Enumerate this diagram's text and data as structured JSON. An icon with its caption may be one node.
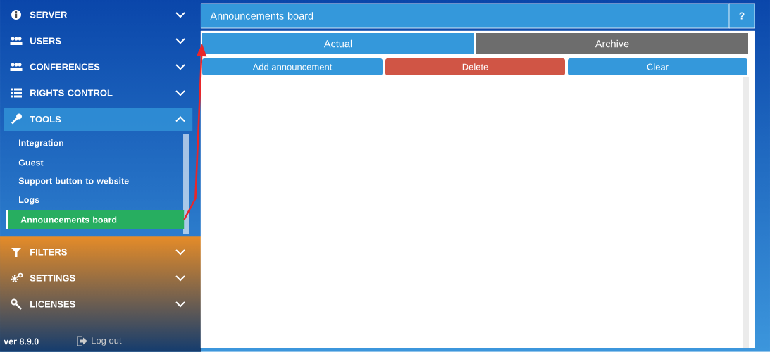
{
  "diagram": {
    "nodes": [
      {
        "text": [
          "SERVER"
        ]
      },
      {
        "text": [
          "USERS"
        ]
      },
      {
        "text": [
          "CONFERENCES"
        ]
      },
      {
        "text": [
          "RIGHTS CONTROL"
        ]
      },
      {
        "text": [
          "TOOLS"
        ]
      },
      {
        "text": [
          "Integration"
        ]
      },
      {
        "text": [
          "Guest"
        ]
      },
      {
        "text": [
          "Support button to website"
        ]
      },
      {
        "text": [
          "Logs"
        ]
      },
      {
        "text": [
          "Announcements board"
        ]
      },
      {
        "text": [
          "FILTERS"
        ]
      },
      {
        "text": [
          "SETTINGS"
        ]
      },
      {
        "text": [
          "LICENSES"
        ]
      },
      {
        "text": [
          "Announcements board"
        ]
      },
      {
        "text": [
          "?"
        ]
      },
      {
        "text": [],
        "shape": "box"
      },
      {
        "text": [
          "Actual"
        ],
        "in": 15
      },
      {
        "text": [
          "Archive"
        ],
        "in": 15
      },
      {
        "text": [
          "Add announcement"
        ],
        "in": 15
      },
      {
        "text": [
          "Delete"
        ],
        "in": 15
      },
      {
        "text": [
          "Clear"
        ],
        "in": 15
      }
    ],
    "edges": [
      {
        "from": 9,
        "to": 16,
        "arrow": "to",
        "color": "#e8262a"
      }
    ],
    "labels": [
      "ver 8.9.0",
      "Log out"
    ]
  }
}
